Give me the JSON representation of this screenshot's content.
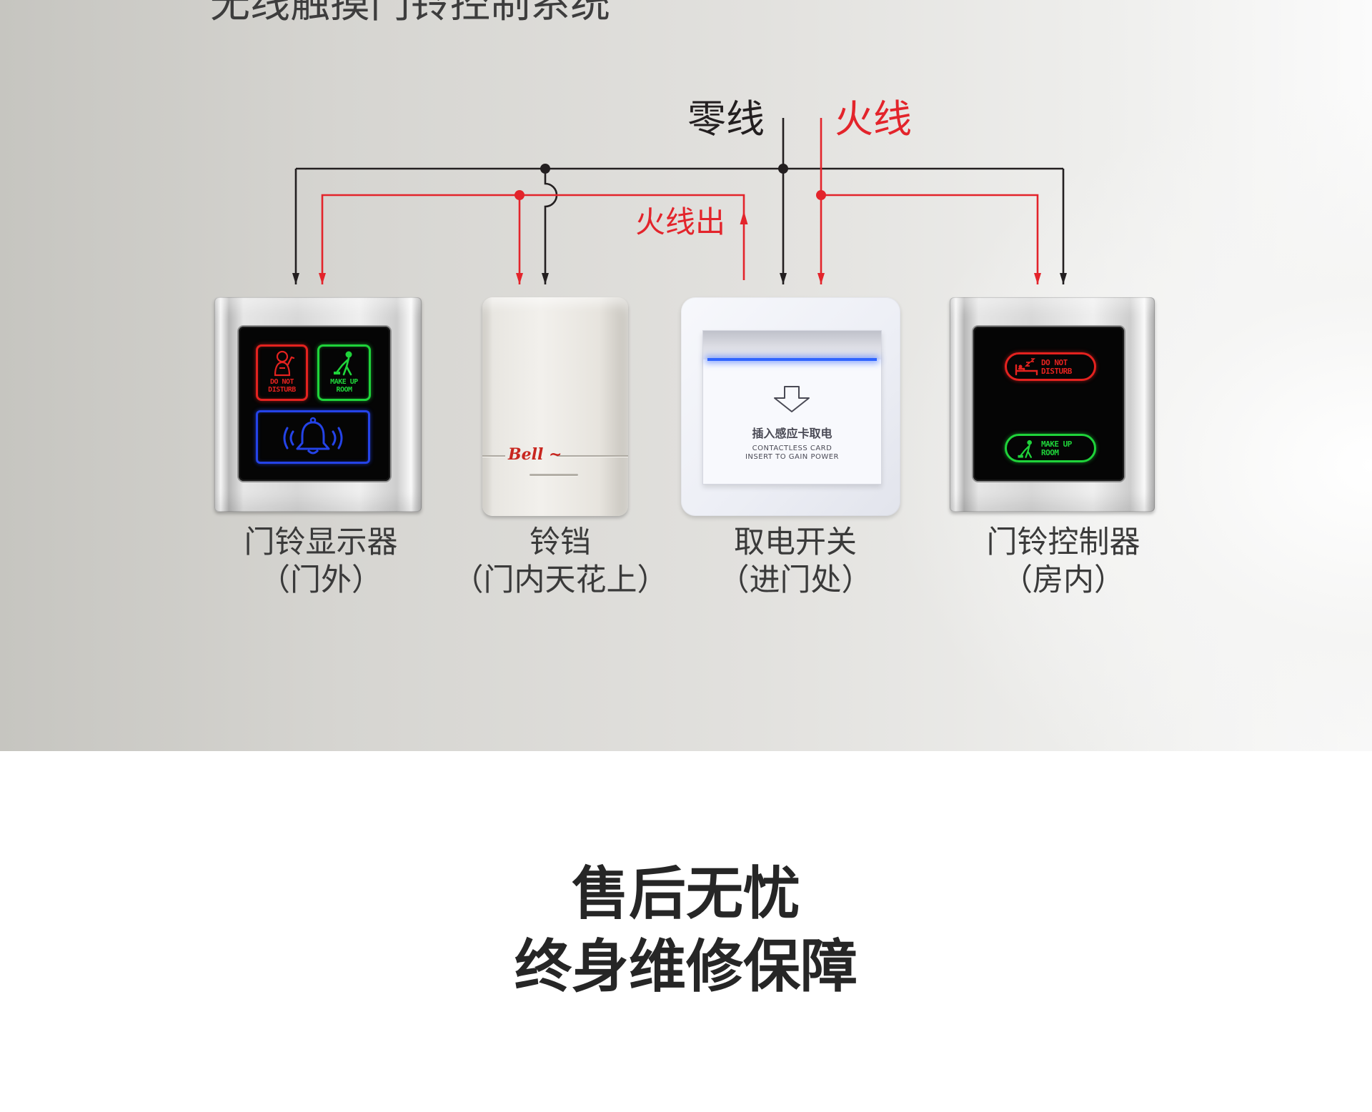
{
  "title": "无线触摸门铃控制系统",
  "wires": {
    "neutral_label": "零线",
    "live_label": "火线",
    "live_out_label": "火线出"
  },
  "colors": {
    "neutral": "#231f20",
    "live": "#e3242b",
    "dnd_led": "#e4221f",
    "mur_led": "#1fd33a",
    "bell_led": "#2443e8",
    "card_light": "#2f64ff"
  },
  "devices": [
    {
      "name": "门铃显示器",
      "location": "（门外）"
    },
    {
      "name": "铃铛",
      "location": "（门内天花上）"
    },
    {
      "name": "取电开关",
      "location": "（进门处）"
    },
    {
      "name": "门铃控制器",
      "location": "（房内）"
    }
  ],
  "display_panel": {
    "dnd_lines": [
      "DO NOT",
      "DISTURB"
    ],
    "mur_lines": [
      "MAKE UP",
      "ROOM"
    ],
    "icons": [
      "do-not-disturb-icon",
      "make-up-room-icon",
      "bell-icon"
    ]
  },
  "bell_box": {
    "brand": "Bell ~"
  },
  "card_switch": {
    "cn": "插入感应卡取电",
    "en_line1": "CONTACTLESS CARD",
    "en_line2": "INSERT TO GAIN POWER",
    "icon": "arrow-down-icon"
  },
  "controller": {
    "dnd_lines": [
      "DO NOT",
      "DISTURB"
    ],
    "mur_lines": [
      "MAKE UP",
      "ROOM"
    ],
    "icons": [
      "bed-icon",
      "cleaning-icon"
    ]
  },
  "footer": {
    "line1": "售后无忧",
    "line2": "终身维修保障"
  }
}
